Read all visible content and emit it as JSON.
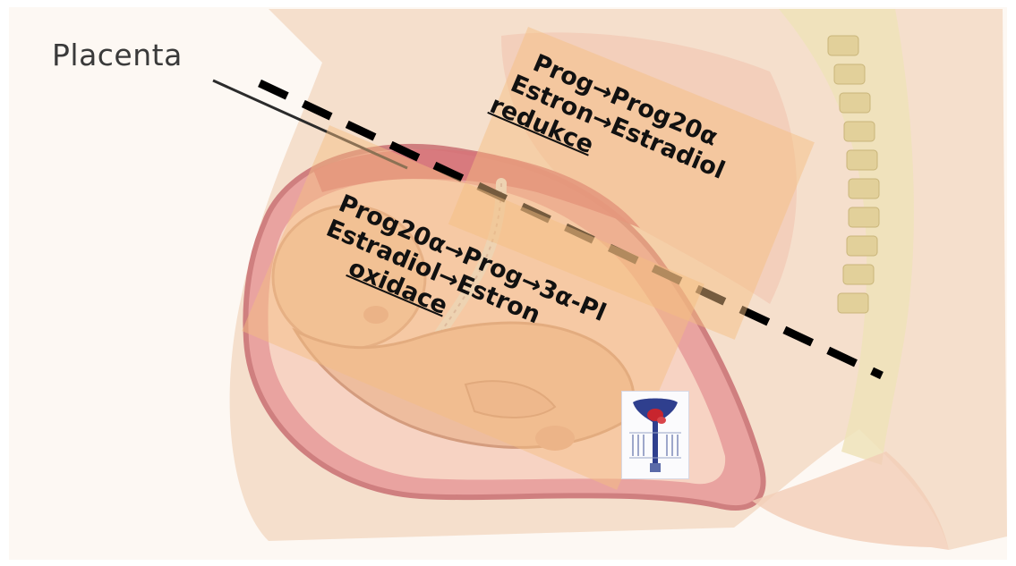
{
  "labels": {
    "placenta": "Placenta"
  },
  "maternal_side": {
    "line1": "Prog→Prog20α",
    "line2": "Estron→Estradiol",
    "process": "redukce"
  },
  "fetal_side": {
    "line1": "Prog20α→Prog→3α-Pl",
    "line2": "Estradiol→Estron",
    "process": "oxidace"
  },
  "colors": {
    "band_overlay": "#f4be82",
    "divider_line": "#000000",
    "label_text": "#111111",
    "placenta_label": "#3a3a3a",
    "skin": "#f1c9ae",
    "uterine_wall": "#d98a8a",
    "spine": "#e6d9a6"
  },
  "icons": {
    "divider": "dashed-divider-line",
    "thumbnail": "receptor-diagram-icon"
  }
}
